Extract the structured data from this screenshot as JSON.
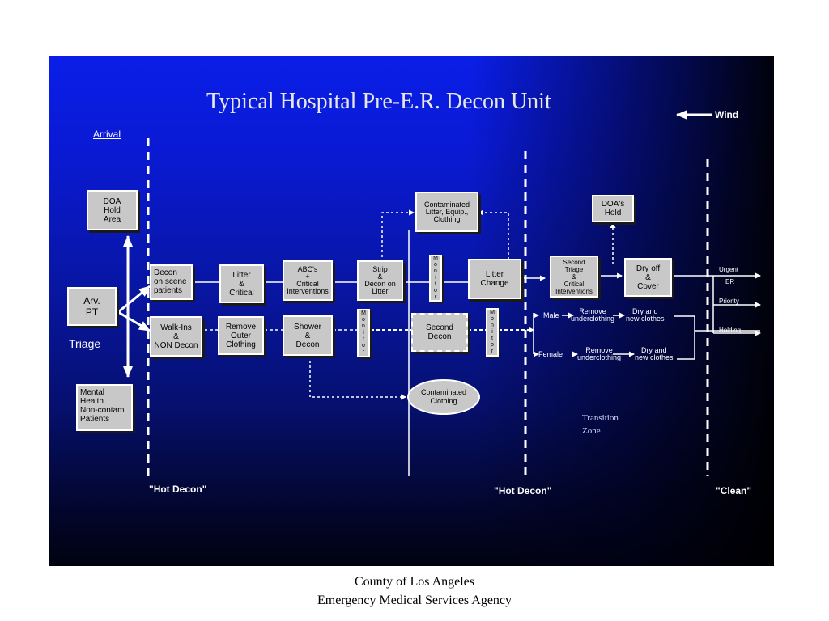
{
  "title": "Typical Hospital Pre-E.R. Decon Unit",
  "wind_label": "Wind",
  "arrival_label": "Arrival",
  "triage_label": "Triage",
  "zones": {
    "hot_left": "\"Hot Decon\"",
    "hot_right": "\"Hot Decon\"",
    "clean": "\"Clean\"",
    "transition": "Transition\nZone"
  },
  "boxes": {
    "doa_hold": "DOA\nHold\nArea",
    "arv_pt": "Arv.\nPT",
    "mental": "Mental\nHealth\nNon-contam\nPatients",
    "decon_scene": "Decon\non scene\npatients",
    "walkins": "Walk-Ins\n&\nNON Decon",
    "litter_critical": "Litter\n&\nCritical",
    "remove_outer": "Remove\nOuter\nClothing",
    "abcs": "ABC's\n+\nCritical\nInterventions",
    "shower": "Shower\n&\nDecon",
    "strip": "Strip\n&\nDecon on\nLitter",
    "contam_litter": "Contaminated\nLitter, Equip.,\nClothing",
    "monitor": "Monitor",
    "second_decon": "Second\nDecon",
    "litter_change": "Litter\nChange",
    "second_triage": "Second\nTriage\n&\nCritical\nInterventions",
    "doas_hold": "DOA's\nHold",
    "dry_off": "Dry off\n&\nCover",
    "contam_clothing": "Contaminated\nClothing"
  },
  "flow_labels": {
    "male": "Male",
    "female": "Female",
    "remove_under_1": "Remove\nunderclothing",
    "dry_new_1": "Dry and\nnew clothes",
    "remove_under_2": "Remove\nunderclothing",
    "dry_new_2": "Dry and\nnew clothes"
  },
  "outputs": {
    "urgent": "Urgent",
    "er": "ER",
    "priority": "Priority",
    "holding": "Holding"
  },
  "footer": {
    "line1": "County of Los Angeles",
    "line2": "Emergency Medical Services Agency"
  }
}
